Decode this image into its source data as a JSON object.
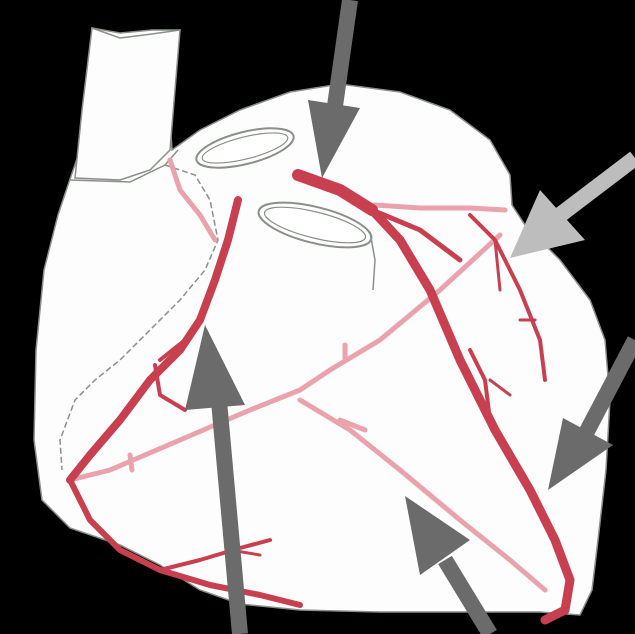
{
  "figure": {
    "subject": "heart-coronary-arteries",
    "colors": {
      "background": "#000000",
      "heart_fill": "#fdfdfd",
      "outline": "#8a8f8a",
      "artery_front": "#c8404f",
      "artery_back": "#eaa3ac",
      "arrow_dark": "#6b6b6b",
      "arrow_light": "#bdbdbd"
    },
    "arrows": [
      {
        "id": "arrow-top",
        "shade": "dark"
      },
      {
        "id": "arrow-upper-right",
        "shade": "light"
      },
      {
        "id": "arrow-right",
        "shade": "dark"
      },
      {
        "id": "arrow-bottom-center",
        "shade": "dark"
      },
      {
        "id": "arrow-bottom-left",
        "shade": "dark"
      }
    ]
  }
}
